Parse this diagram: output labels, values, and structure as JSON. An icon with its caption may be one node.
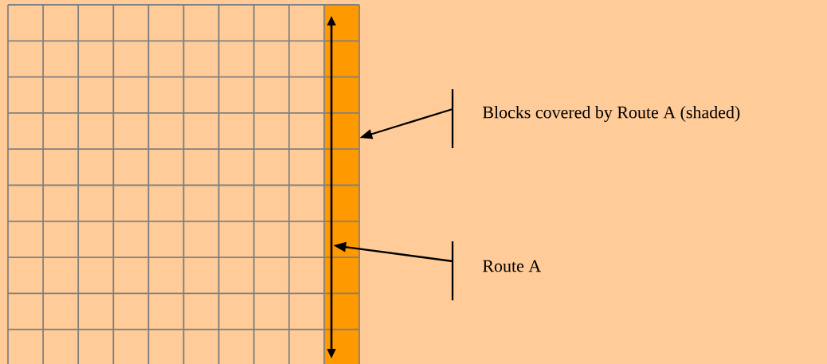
{
  "diagram": {
    "nodes": [
      {
        "text": [
          "Blocks covered by Route A (shaded)"
        ]
      },
      {
        "text": [
          "Route A"
        ]
      },
      {
        "text": [],
        "shape": "bar"
      },
      {
        "text": [],
        "shape": "arrow",
        "in": 2
      }
    ],
    "edges": [
      {
        "from": 0,
        "to": 2,
        "arrow": "to"
      },
      {
        "from": 1,
        "to": 3,
        "arrow": "to"
      }
    ]
  }
}
